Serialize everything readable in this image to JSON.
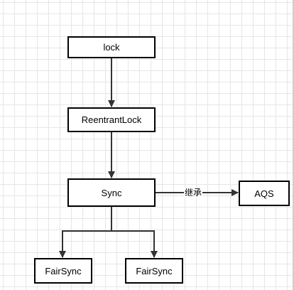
{
  "diagram": {
    "nodes": {
      "lock": "lock",
      "reentrant_lock": "ReentrantLock",
      "sync": "Sync",
      "aqs": "AQS",
      "fair_sync_left": "FairSync",
      "fair_sync_right": "FairSync"
    },
    "edges": {
      "sync_to_aqs_label": "继承"
    }
  },
  "colors": {
    "stroke": "#000000",
    "arrow": "#333333",
    "grid": "#e6e6e6"
  }
}
